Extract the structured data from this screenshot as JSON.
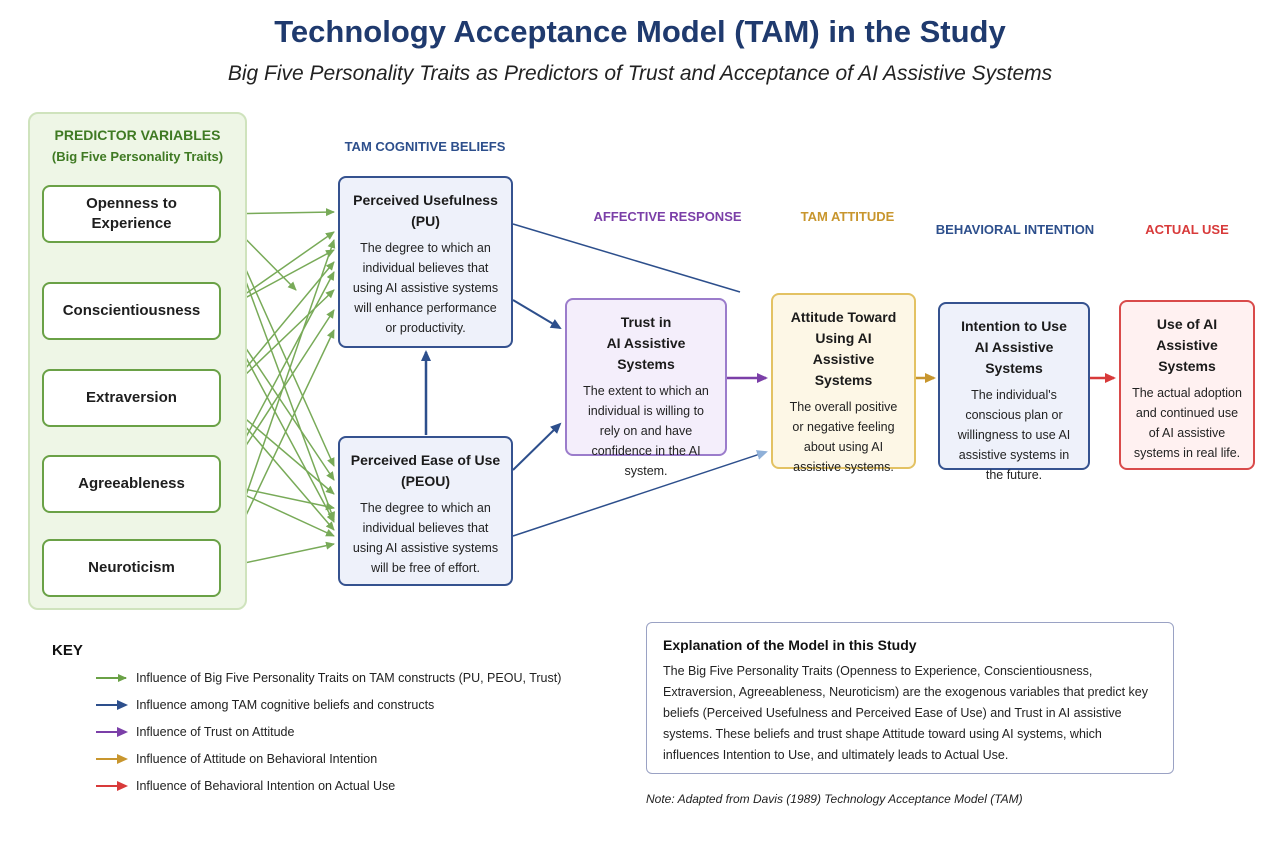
{
  "title": "Technology Acceptance Model (TAM) in the Study",
  "subtitle": "Big Five Personality Traits as Predictors of Trust and Acceptance of AI Assistive Systems",
  "predictors": {
    "heading": "PREDICTOR VARIABLES",
    "subheading": "(Big Five Personality Traits)",
    "traits": [
      "Openness to Experience",
      "Conscientiousness",
      "Extraversion",
      "Agreeableness",
      "Neuroticism"
    ]
  },
  "column_headings": {
    "cognitive": "TAM COGNITIVE BELIEFS",
    "affective": "AFFECTIVE RESPONSE",
    "attitude": "TAM ATTITUDE",
    "intention": "BEHAVIORAL INTENTION",
    "use": "ACTUAL USE"
  },
  "boxes": {
    "pu": {
      "title_line1": "Perceived Usefulness",
      "title_line2": "(PU)",
      "desc": "The degree to which an individual believes that using AI assistive systems will enhance performance or productivity."
    },
    "peou": {
      "title_line1": "Perceived Ease of Use",
      "title_line2": "(PEOU)",
      "desc": "The degree to which an individual believes that using AI assistive systems will be free of effort."
    },
    "trust": {
      "title_line1": "Trust in",
      "title_line2": "AI Assistive Systems",
      "desc": "The extent to which an individual is willing to rely on and have confidence in the AI system."
    },
    "attitude": {
      "title": "Attitude Toward Using AI Assistive Systems",
      "desc": "The overall positive or negative feeling about using AI assistive systems."
    },
    "intention": {
      "title_line1": "Intention to Use",
      "title_line2": "AI Assistive Systems",
      "desc": "The individual's conscious plan or willingness to use AI assistive systems in the future."
    },
    "use": {
      "title_line1": "Use of AI",
      "title_line2": "Assistive Systems",
      "desc": "The actual adoption and continued use of AI assistive systems in real life."
    }
  },
  "key": {
    "title": "KEY",
    "items": [
      {
        "label": "Influence of Big Five Personality Traits on TAM constructs (PU, PEOU, Trust)",
        "color": "#6aa146"
      },
      {
        "label": "Influence among TAM cognitive beliefs and constructs",
        "color": "#2d4f8c"
      },
      {
        "label": "Influence of Trust on Attitude",
        "color": "#7b3fa8"
      },
      {
        "label": "Influence of Attitude on Behavioral Intention",
        "color": "#c8962e"
      },
      {
        "label": "Influence of Behavioral Intention on Actual Use",
        "color": "#d83a3a"
      }
    ]
  },
  "explanation": {
    "title": "Explanation of the Model in this Study",
    "text": "The Big Five Personality Traits (Openness to Experience, Conscientiousness, Extraversion, Agreeableness, Neuroticism) are the exogenous variables that predict key beliefs (Perceived Usefulness and Perceived Ease of Use) and Trust in AI assistive systems. These beliefs and trust shape Attitude toward using AI systems, which influences Intention to Use, and ultimately leads to Actual Use."
  },
  "note": "Note: Adapted from Davis (1989) Technology Acceptance Model (TAM)",
  "colors": {
    "title": "#1f3a6e",
    "green": "#6aa146",
    "blue": "#2d4f8c",
    "purple": "#7b3fa8",
    "gold": "#c8962e",
    "red": "#d83a3a"
  }
}
